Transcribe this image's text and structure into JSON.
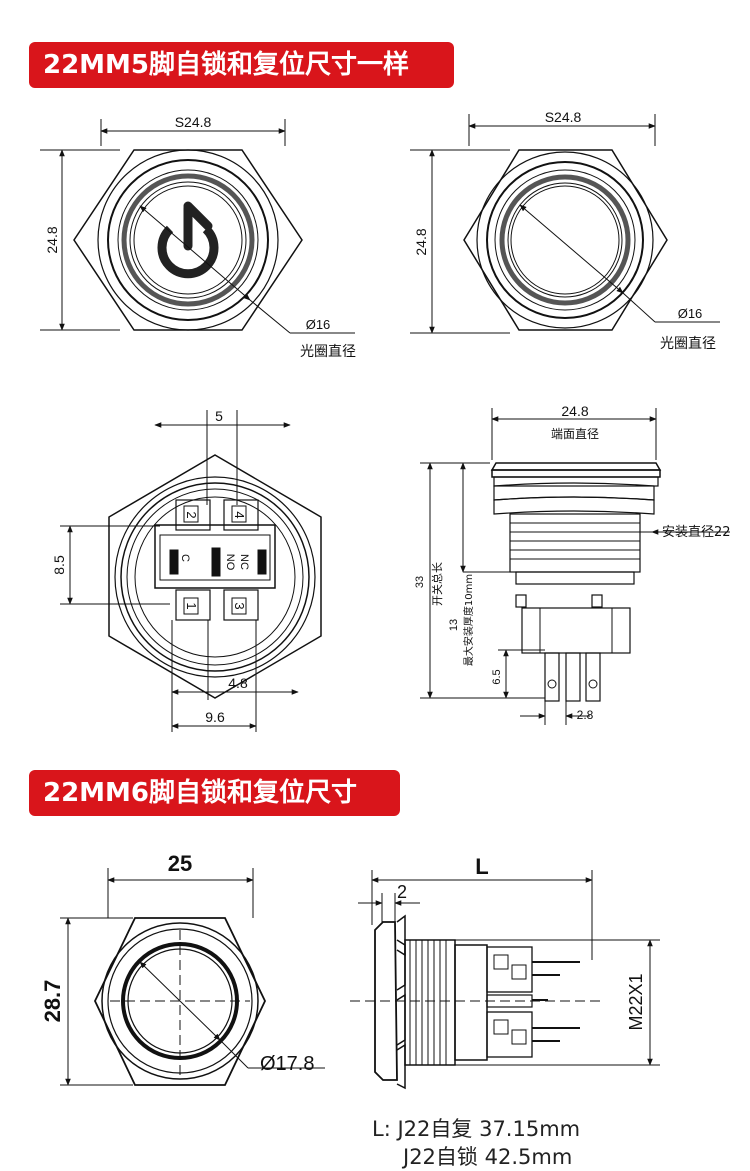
{
  "section1": {
    "title": "22MM5脚自锁和复位尺寸一样"
  },
  "section2": {
    "title": "22MM6脚自锁和复位尺寸"
  },
  "view_power": {
    "width": "S24.8",
    "height": "24.8",
    "diameter": "Ø16",
    "note": "光圈直径"
  },
  "view_ring": {
    "width": "S24.8",
    "height": "24.8",
    "diameter": "Ø16",
    "note": "光圈直径"
  },
  "view_back": {
    "top": "5",
    "left": "8.5",
    "bottom1": "4.8",
    "bottom2": "9.6",
    "pins": [
      "2",
      "4",
      "1",
      "3"
    ],
    "labels": {
      "c": "C",
      "no": "NO",
      "nc": "NC"
    }
  },
  "view_side": {
    "top": "24.8",
    "top_note": "端面直径",
    "mount": "安装直径22",
    "total": "33",
    "total_note": "开关总长",
    "thick": "13",
    "thick_note": "最大安装厚度10mm",
    "pin": "6.5",
    "pitch": "2.8"
  },
  "view_front6": {
    "width": "25",
    "height": "28.7",
    "diameter": "Ø17.8"
  },
  "view_side6": {
    "length": "L",
    "step": "2",
    "thread": "M22X1"
  },
  "legend": {
    "row1_label": "L:",
    "row1_name": "J22自复",
    "row1_value": "37.15mm",
    "row2_name": "J22自锁",
    "row2_value": "42.5mm"
  }
}
